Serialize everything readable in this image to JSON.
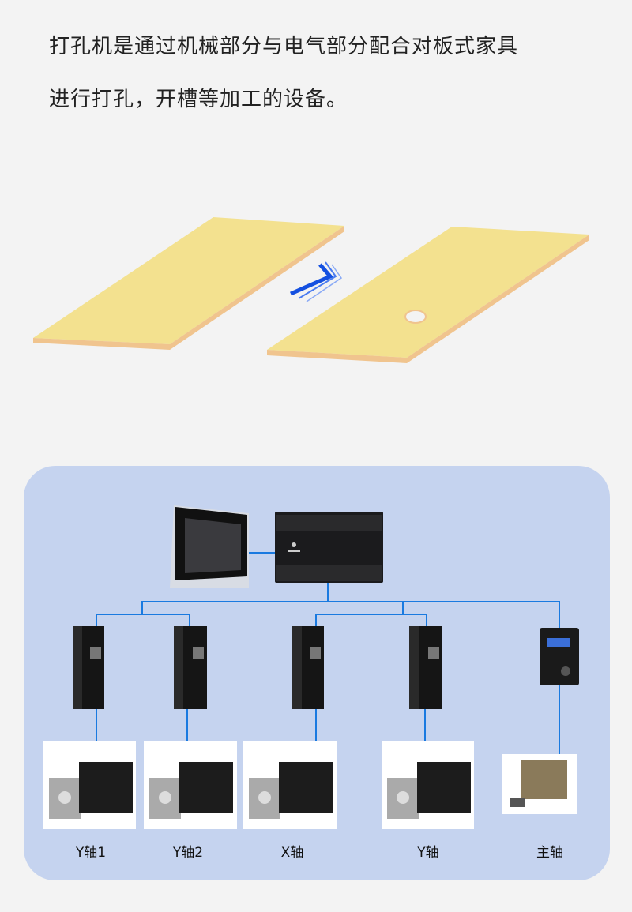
{
  "intro": {
    "line1": "打孔机是通过机械部分与电气部分配合对板式家具",
    "line2": "进行打孔，开槽等加工的设备。"
  },
  "diagram": {
    "labels": [
      "Y轴1",
      "Y轴2",
      "X轴",
      "Y轴",
      "主轴"
    ],
    "colors": {
      "board_top": "#f3e18f",
      "board_edge": "#f0c48e",
      "panel": "#c5d3ef",
      "wire": "#1a7ae0",
      "arrow": "#1450e0"
    }
  }
}
